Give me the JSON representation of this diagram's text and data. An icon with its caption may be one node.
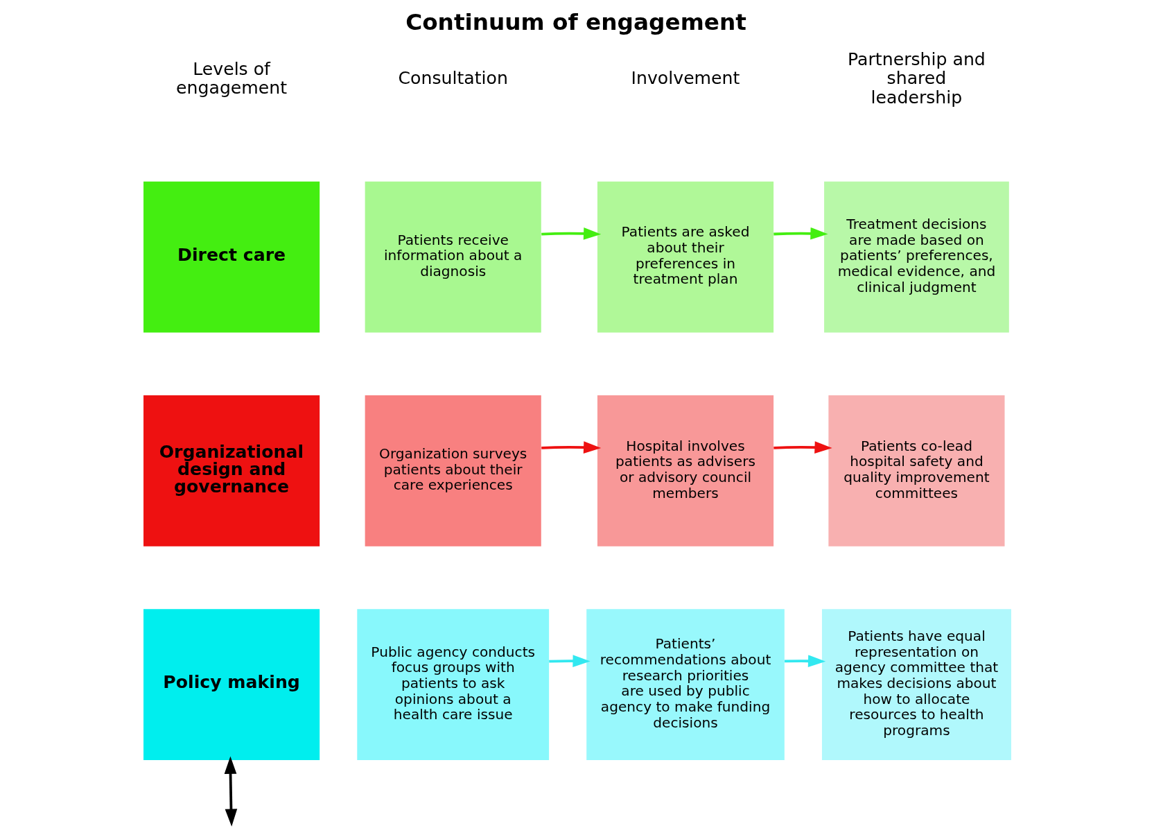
{
  "diagram": {
    "title": "Continuum of engagement",
    "nodes": [
      {
        "text": [
          "Direct care"
        ]
      },
      {
        "text": [
          "Patients receive information about a diagnosis"
        ]
      },
      {
        "text": [
          "Patients are asked about their preferences in treatment plan"
        ]
      },
      {
        "text": [
          "Treatment decisions are made based on patients’ preferences, medical evidence, and clinical judgment"
        ]
      },
      {
        "text": [
          "Organizational design and governance"
        ]
      },
      {
        "text": [
          "Organization surveys patients about their care experiences"
        ]
      },
      {
        "text": [
          "Hospital involves patients as advisers or advisory council members"
        ]
      },
      {
        "text": [
          "Patients co-lead hospital safety and quality improvement committees"
        ]
      },
      {
        "text": [
          "Policy making"
        ]
      },
      {
        "text": [
          "Public agency conducts focus groups with patients to ask opinions about a health care issue"
        ]
      },
      {
        "text": [
          "Patients’ recommendations about research priorities are used by public agency to make funding decisions"
        ]
      },
      {
        "text": [
          "Patients have equal representation on agency committee that makes decisions about how to allocate resources to health programs"
        ]
      }
    ],
    "edges": [
      {
        "from": 1,
        "to": 2,
        "arrow": "to",
        "color": "#44ee11"
      },
      {
        "from": 2,
        "to": 3,
        "arrow": "to",
        "color": "#44ee11"
      },
      {
        "from": 5,
        "to": 6,
        "arrow": "to",
        "color": "#ee1111"
      },
      {
        "from": 6,
        "to": 7,
        "arrow": "to",
        "color": "#ee1111"
      },
      {
        "from": 9,
        "to": 10,
        "arrow": "to",
        "color": "#33e8f0"
      },
      {
        "from": 10,
        "to": 11,
        "arrow": "to",
        "color": "#33e8f0"
      },
      {
        "from": 8,
        "to": null,
        "arrow": "both",
        "color": "#000000"
      }
    ],
    "labels": [
      "Levels of engagement",
      "Consultation",
      "Involvement",
      "Partnership and shared leadership"
    ]
  }
}
